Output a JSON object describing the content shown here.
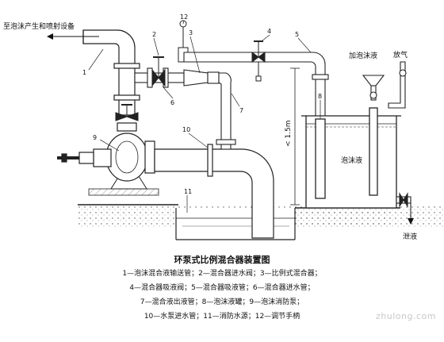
{
  "labels": {
    "top_left": "至泡沫产生和喷射设备",
    "vent": "放气",
    "add_foam": "加泡沫液",
    "height": "< 1.5m",
    "foam_liquid": "泡沫液",
    "drain": "泄液"
  },
  "numbers": [
    "1",
    "2",
    "3",
    "4",
    "5",
    "6",
    "7",
    "8",
    "9",
    "10",
    "11",
    "12"
  ],
  "caption": {
    "title": "环泵式比例混合器装置图",
    "lines": [
      "1—泡沫混合液输送管；2—混合器进水阀；3—比例式混合器；",
      "4—混合器吸液阀；5—混合器吸液管；6—混合器进水管；",
      "7—混合液出液管；8—泡沫液罐；9—泡沫消防泵；",
      "10—水泵进水管；11—消防水源；12—调节手柄"
    ]
  },
  "watermark": "zhulong.com"
}
